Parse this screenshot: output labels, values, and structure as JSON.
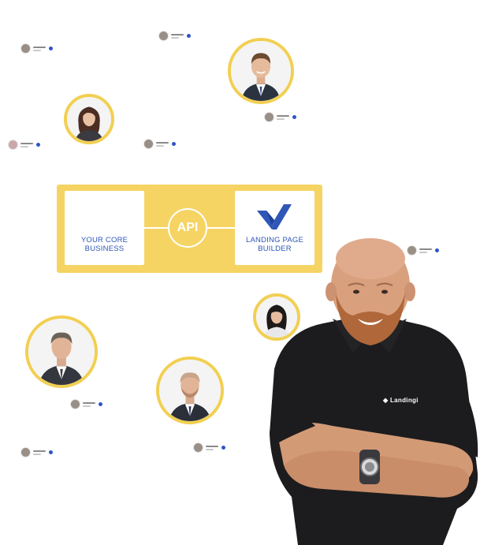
{
  "api_panel": {
    "left_box_label_line1": "YOUR CORE",
    "left_box_label_line2": "BUSINESS",
    "api_label": "API",
    "right_box_label_line1": "LANDING PAGE",
    "right_box_label_line2": "BUILDER"
  },
  "shirt_brand": "Landingi",
  "colors": {
    "accent_yellow": "#f6d463",
    "ring_yellow": "#f2cf52",
    "brand_blue": "#2f56b8",
    "shirt_black": "#1c1c1e"
  },
  "icons": {
    "logo": "landingi-logo-icon"
  }
}
